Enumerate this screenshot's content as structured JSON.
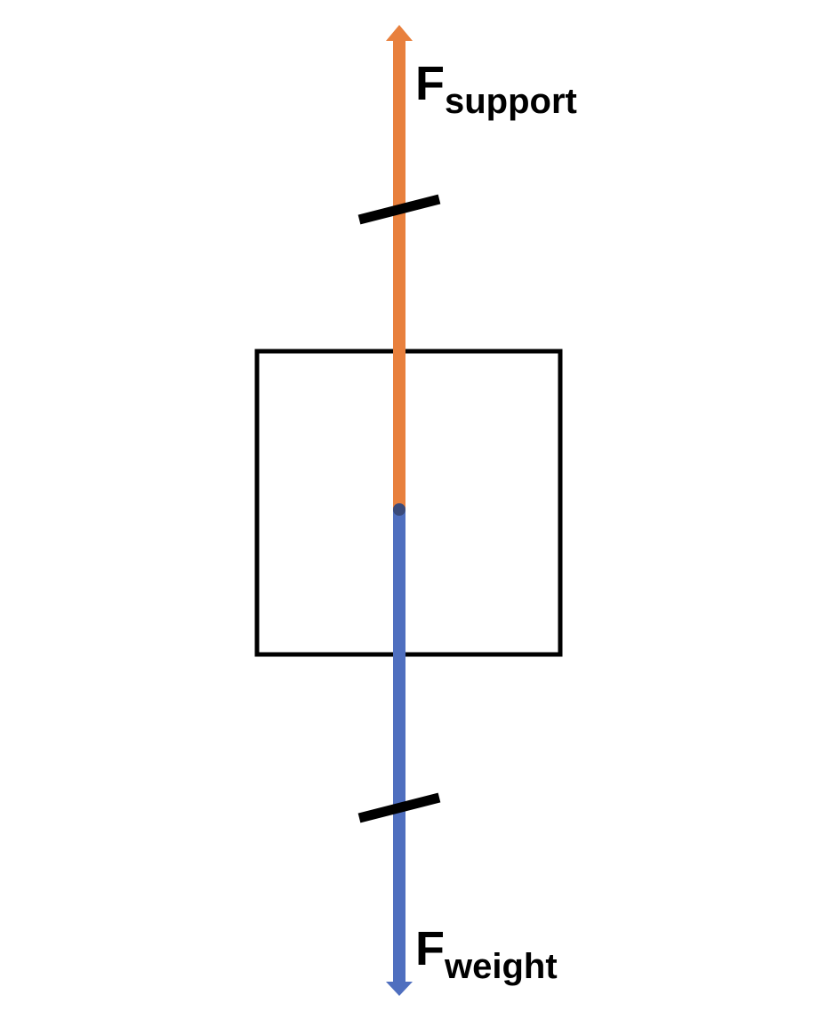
{
  "diagram": {
    "object": {
      "shape": "square"
    },
    "forces": [
      {
        "id": "support",
        "direction": "up",
        "color": "#E8803D",
        "label_main": "F",
        "label_sub": "support",
        "equal_magnitude_tick": true
      },
      {
        "id": "weight",
        "direction": "down",
        "color": "#4F6FBF",
        "label_main": "F",
        "label_sub": "weight",
        "equal_magnitude_tick": true
      }
    ],
    "tick_color": "#000000"
  }
}
